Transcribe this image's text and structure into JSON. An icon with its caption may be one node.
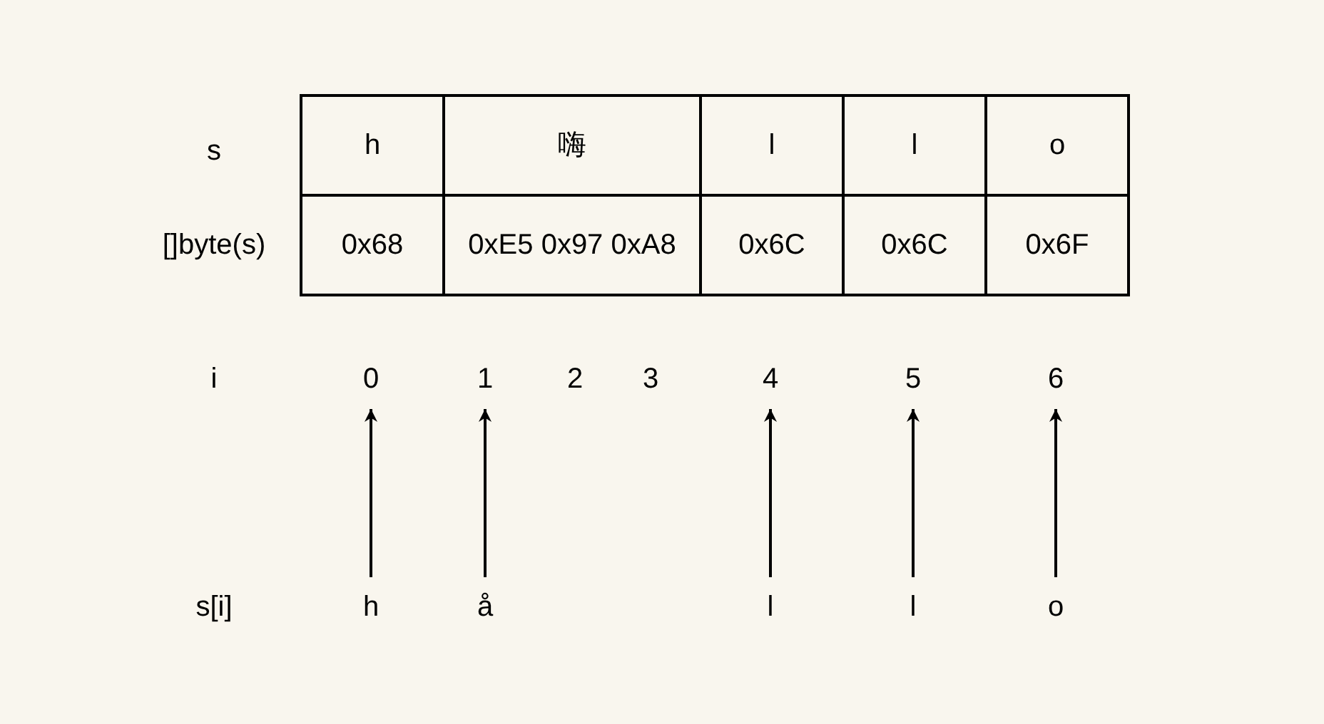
{
  "diagram": {
    "nodes": [
      {
        "text": [
          "0"
        ]
      },
      {
        "text": [
          "1"
        ]
      },
      {
        "text": [
          "4"
        ]
      },
      {
        "text": [
          "5"
        ]
      },
      {
        "text": [
          "6"
        ]
      },
      {
        "text": [
          "h"
        ]
      },
      {
        "text": [
          "å"
        ]
      },
      {
        "text": [
          "l"
        ]
      },
      {
        "text": [
          "l"
        ]
      },
      {
        "text": [
          "o"
        ]
      }
    ],
    "edges": [
      {
        "from": 5,
        "to": 0,
        "arrow": "to"
      },
      {
        "from": 6,
        "to": 1,
        "arrow": "to"
      },
      {
        "from": 7,
        "to": 2,
        "arrow": "to"
      },
      {
        "from": 8,
        "to": 3,
        "arrow": "to"
      },
      {
        "from": 9,
        "to": 4,
        "arrow": "to"
      }
    ],
    "labels": [
      "s",
      "h",
      "嗨",
      "l",
      "l",
      "o",
      "[]byte(s)",
      "0x68",
      "0xE5 0x97 0xA8",
      "0x6C",
      "0x6C",
      "0x6F",
      "i",
      "2",
      "3",
      "s[i]"
    ]
  }
}
